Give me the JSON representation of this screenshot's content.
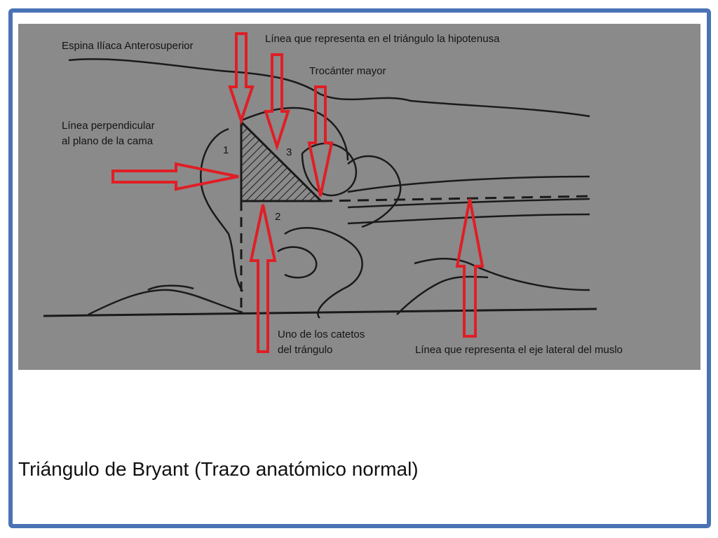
{
  "colors": {
    "frame": "#4a73b5",
    "figure_background": "#8a8a8a",
    "drawing_lines": "#1a1a1a",
    "arrows": "#e01e25"
  },
  "figure": {
    "labels": {
      "asis": "Espina Ilíaca Anterosuperior",
      "hypotenuse": "Línea que representa en el triángulo la hipotenusa",
      "trochanter": "Trocánter mayor",
      "perpendicular_line1": "Línea perpendicular",
      "perpendicular_line2": "al plano de la cama",
      "cateto_line1": "Uno de los catetos",
      "cateto_line2": "del trángulo",
      "thigh_axis": "Línea que representa el eje lateral del muslo"
    },
    "numbers": {
      "n1": "1",
      "n2": "2",
      "n3": "3"
    }
  },
  "caption": "Triángulo de Bryant (Trazo anatómico normal)"
}
